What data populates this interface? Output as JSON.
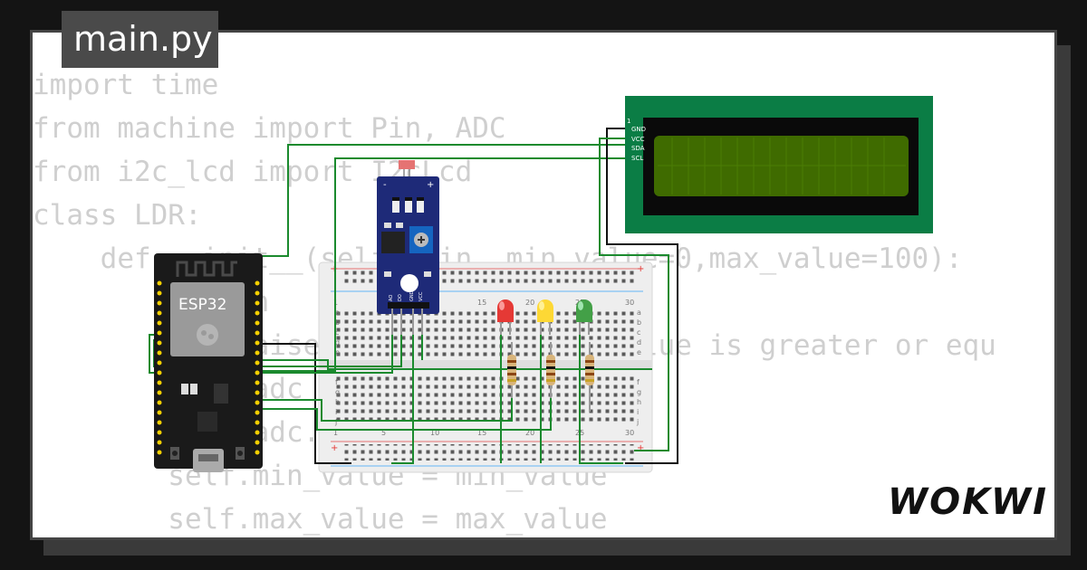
{
  "editor": {
    "filename": "main.py",
    "code_lines": [
      "import time",
      "from machine import Pin, ADC",
      "from i2c_lcd import I2cLcd",
      "class LDR:",
      "    def __init__(self, pin, min_value=0,max_value=100):",
      "        if min",
      "            raise ValueError('max_value is greater or equ",
      "        self.adc",
      "        self.adc.atten(ADC.ATTN_11DB)",
      "        self.min_value = min_value",
      "        self.max_value = max_value"
    ]
  },
  "components": {
    "mcu": {
      "label": "ESP32"
    },
    "lcd": {
      "pins": [
        "GND",
        "VCC",
        "SDA",
        "SCL"
      ],
      "pin_one": "1"
    },
    "breadboard": {
      "column_numbers": [
        "1",
        "5",
        "10",
        "15",
        "20",
        "25",
        "30"
      ],
      "top_rows": [
        "a",
        "b",
        "c",
        "d",
        "e"
      ],
      "bottom_rows": [
        "f",
        "g",
        "h",
        "i",
        "j"
      ],
      "rail_plus": "+",
      "rail_minus": "-"
    },
    "ldr_module": {
      "pins": [
        "AO",
        "DO",
        "GND",
        "VCC"
      ]
    },
    "leds": [
      {
        "color": "red",
        "hex": "#e53935"
      },
      {
        "color": "yellow",
        "hex": "#fdd835"
      },
      {
        "color": "green",
        "hex": "#43a047"
      }
    ]
  },
  "colors": {
    "wire_green": "#1b8a2e",
    "wire_black": "#111111",
    "lcd_board": "#0b7d45",
    "lcd_screen": "#3f6b00",
    "module_blue": "#1e2a78"
  },
  "brand": {
    "logo": "WOKWI"
  }
}
